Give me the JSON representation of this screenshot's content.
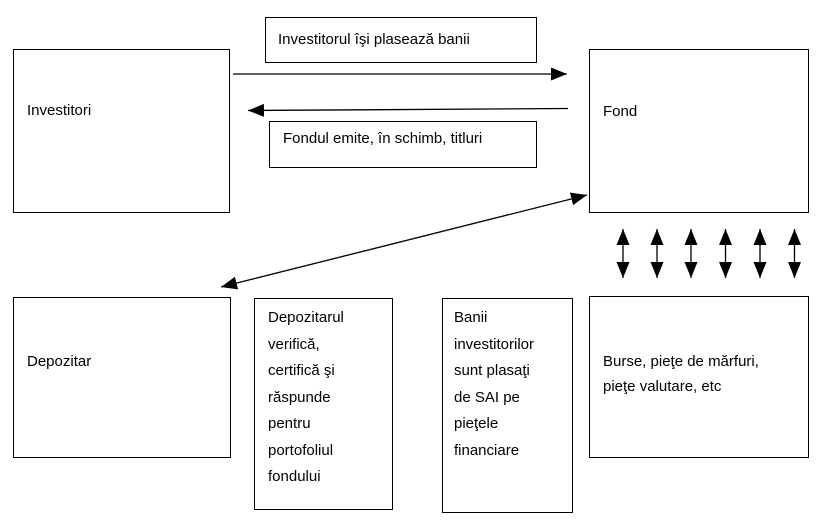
{
  "diagram": {
    "background": "#ffffff",
    "line_color": "#000000",
    "boxes": {
      "investitori": "Investitori",
      "fond": "Fond",
      "depozitar": "Depozitar",
      "burse": "Burse, pieţe de mărfuri,\npieţe valutare, etc",
      "depozitar_role": "Depozitarul\nverifică,\ncertifică şi\nrăspunde\npentru\nportofoliul\nfondului",
      "banii": "Banii\ninvestitorilor\nsunt plasaţi\nde SAI pe\npieţele\nfinanciare",
      "flow_invest": "Investitorul îşi plasează banii",
      "flow_emit": "Fondul emite, în schimb, titluri"
    },
    "icons": {
      "investor_to_fund_arrow": "right-arrow",
      "fund_to_investor_arrow": "left-arrow",
      "fund_depozitar_arrow": "diagonal-double-arrow",
      "market_exchange_arrows": "vertical-double-arrow-x6"
    }
  }
}
